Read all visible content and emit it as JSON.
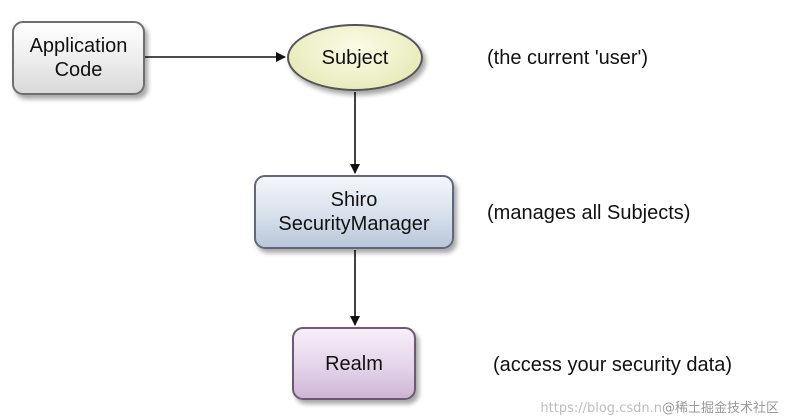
{
  "nodes": {
    "application_code": {
      "lines": [
        "Application",
        "Code"
      ]
    },
    "subject": {
      "lines": [
        "Subject"
      ]
    },
    "security_manager": {
      "lines": [
        "Shiro",
        "SecurityManager"
      ]
    },
    "realm": {
      "lines": [
        "Realm"
      ]
    }
  },
  "annotations": {
    "subject": "(the current 'user')",
    "security_manager": "(manages all Subjects)",
    "realm": "(access your security data)"
  },
  "edges": [
    {
      "from": "application_code",
      "to": "subject"
    },
    {
      "from": "subject",
      "to": "security_manager"
    },
    {
      "from": "security_manager",
      "to": "realm"
    }
  ],
  "watermark": {
    "url": "https://blog.csdn.n",
    "brand": "@稀土掘金技术社区"
  },
  "colors": {
    "application_code_fill": "#e4e4e4",
    "subject_fill": "#eef0c8",
    "security_manager_fill": "#d7e0ec",
    "realm_fill": "#e4d3ea",
    "edge": "#111111"
  }
}
